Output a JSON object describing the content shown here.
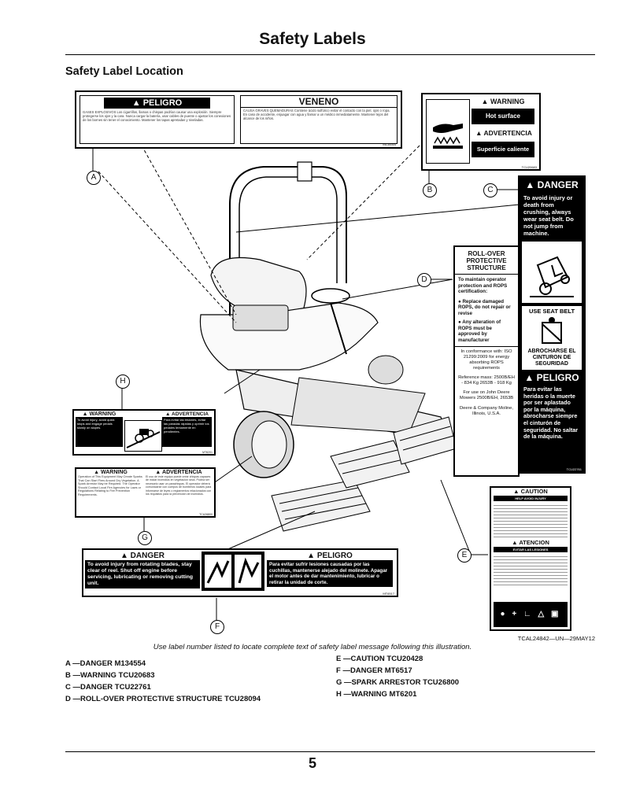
{
  "page": {
    "title": "Safety Labels",
    "section_title": "Safety Label Location",
    "figure_ref": "TCAL24842—UN—29MAY12",
    "caption": "Use label number listed to locate complete text of safety label message following this illustration.",
    "page_number": "5"
  },
  "callouts": [
    "A",
    "B",
    "C",
    "D",
    "E",
    "F",
    "G",
    "H"
  ],
  "legend_left": [
    "A —DANGER M134554",
    "B —WARNING TCU20683",
    "C —DANGER TCU22761",
    "D —ROLL-OVER PROTECTIVE STRUCTURE TCU28094"
  ],
  "legend_right": [
    "E —CAUTION TCU20428",
    "F —DANGER MT6517",
    "G —SPARK ARRESTOR TCU26800",
    "H —WARNING MT6201"
  ],
  "labels": {
    "a": {
      "peligro": "PELIGRO",
      "veneno": "VENENO",
      "text1": "GASES EXPLOSIVOS Los cigarrillos, llamas o chispas podrían causar una explosión. Siempre protegerse los ojos y la cara. Nunca cargar la batería, usar cables de puente o ajustar los conexiones de los bornes sin tener el conocimiento. Mantener los tapas apretadas y niveladas.",
      "text2": "CAUSA GRAVES QUEMADURAS Contiene ácido sulfúrico evitar el contacto con la piel, ojos o ropa. En caso de accidente, enjuagar con agua y llamar a un médico inmediatamente. Mantener lejos del alcance de los niños.",
      "code": "M134554"
    },
    "b": {
      "warning": "WARNING",
      "hot": "Hot surface",
      "advertencia": "ADVERTENCIA",
      "caliente": "Superficie caliente",
      "code": "TCU20683"
    },
    "c": {
      "danger": "DANGER",
      "text1": "To avoid injury or death from crushing, always wear seat belt. Do not jump from machine.",
      "seat": "USE SEAT BELT",
      "abroch": "ABROCHARSE EL CINTURON DE SEGURIDAD",
      "peligro": "PELIGRO",
      "text2": "Para evitar las heridas o la muerte por ser aplastado por la máquina, abrocharse siempre el cinturón de seguridad. No saltar de la máquina.",
      "code": "TCU22761"
    },
    "d": {
      "title": "ROLL-OVER PROTECTIVE STRUCTURE",
      "t1": "To maintain operator protection and ROPS certification:",
      "t2": "● Replace damaged ROPS, do not repair or revise",
      "t3": "● Any alteration of ROPS must be approved by manufacturer",
      "t4": "In conformance with: ISO 21299:2009 for energy absorbing ROPS requirements",
      "t5": "Reference mass: 2500B/EH - 834 Kg 2653B - 918 Kg",
      "t6": "For use on John Deere Mowers 2500B/EH, 2653B",
      "t7": "Deere & Company Moline, Illinois, U.S.A."
    },
    "e": {
      "caution": "CAUTION",
      "atencion": "ATENCION",
      "sub1": "HELP AVOID INJURY",
      "sub2": "EVITAR LAS LESIONES"
    },
    "f": {
      "danger": "DANGER",
      "peligro": "PELIGRO",
      "text1": "To avoid injury from rotating blades, stay clear of reel. Shut off engine before servicing, lubricating or removing cutting unit.",
      "text2": "Para evitar sufrir lesiones causadas por las cuchillas, mantenerse alejado del molinete. Apagar el motor antes de dar mantenimiento, lubricar o retirar la unidad de corte.",
      "code": "MT6517"
    },
    "g": {
      "warning": "WARNING",
      "advertencia": "ADVERTENCIA",
      "text1": "Operation of This Equipment May Create Sparks That Can Start Fires Around Dry Vegetation. A Spark Arrestor May be Required. The Operator Should Contact Local Fire Agencies for Laws or Regulations Relating to Fire Prevention Requirements.",
      "text2": "El uso de este equipo puede crear chispas capaces de iniciar incendios en vegetación seca. Podría ser necesario usar un parachispas. El operador deberá comunicarse con cuerpos de bomberos locales para informarse de leyes o reglamentos relacionados con los requisitos para la prevención de incendios.",
      "code": "TCU26800"
    },
    "h": {
      "warning": "WARNING",
      "advertencia": "ADVERTENCIA",
      "text1": "To avoid injury, avoid quick stops and engage pedals slowly on slopes.",
      "text2": "Para evitar las lesiones, evitar las paradas rápidas y oprimir los pedales lentamente en pendientes.",
      "code": "MT6201"
    }
  }
}
